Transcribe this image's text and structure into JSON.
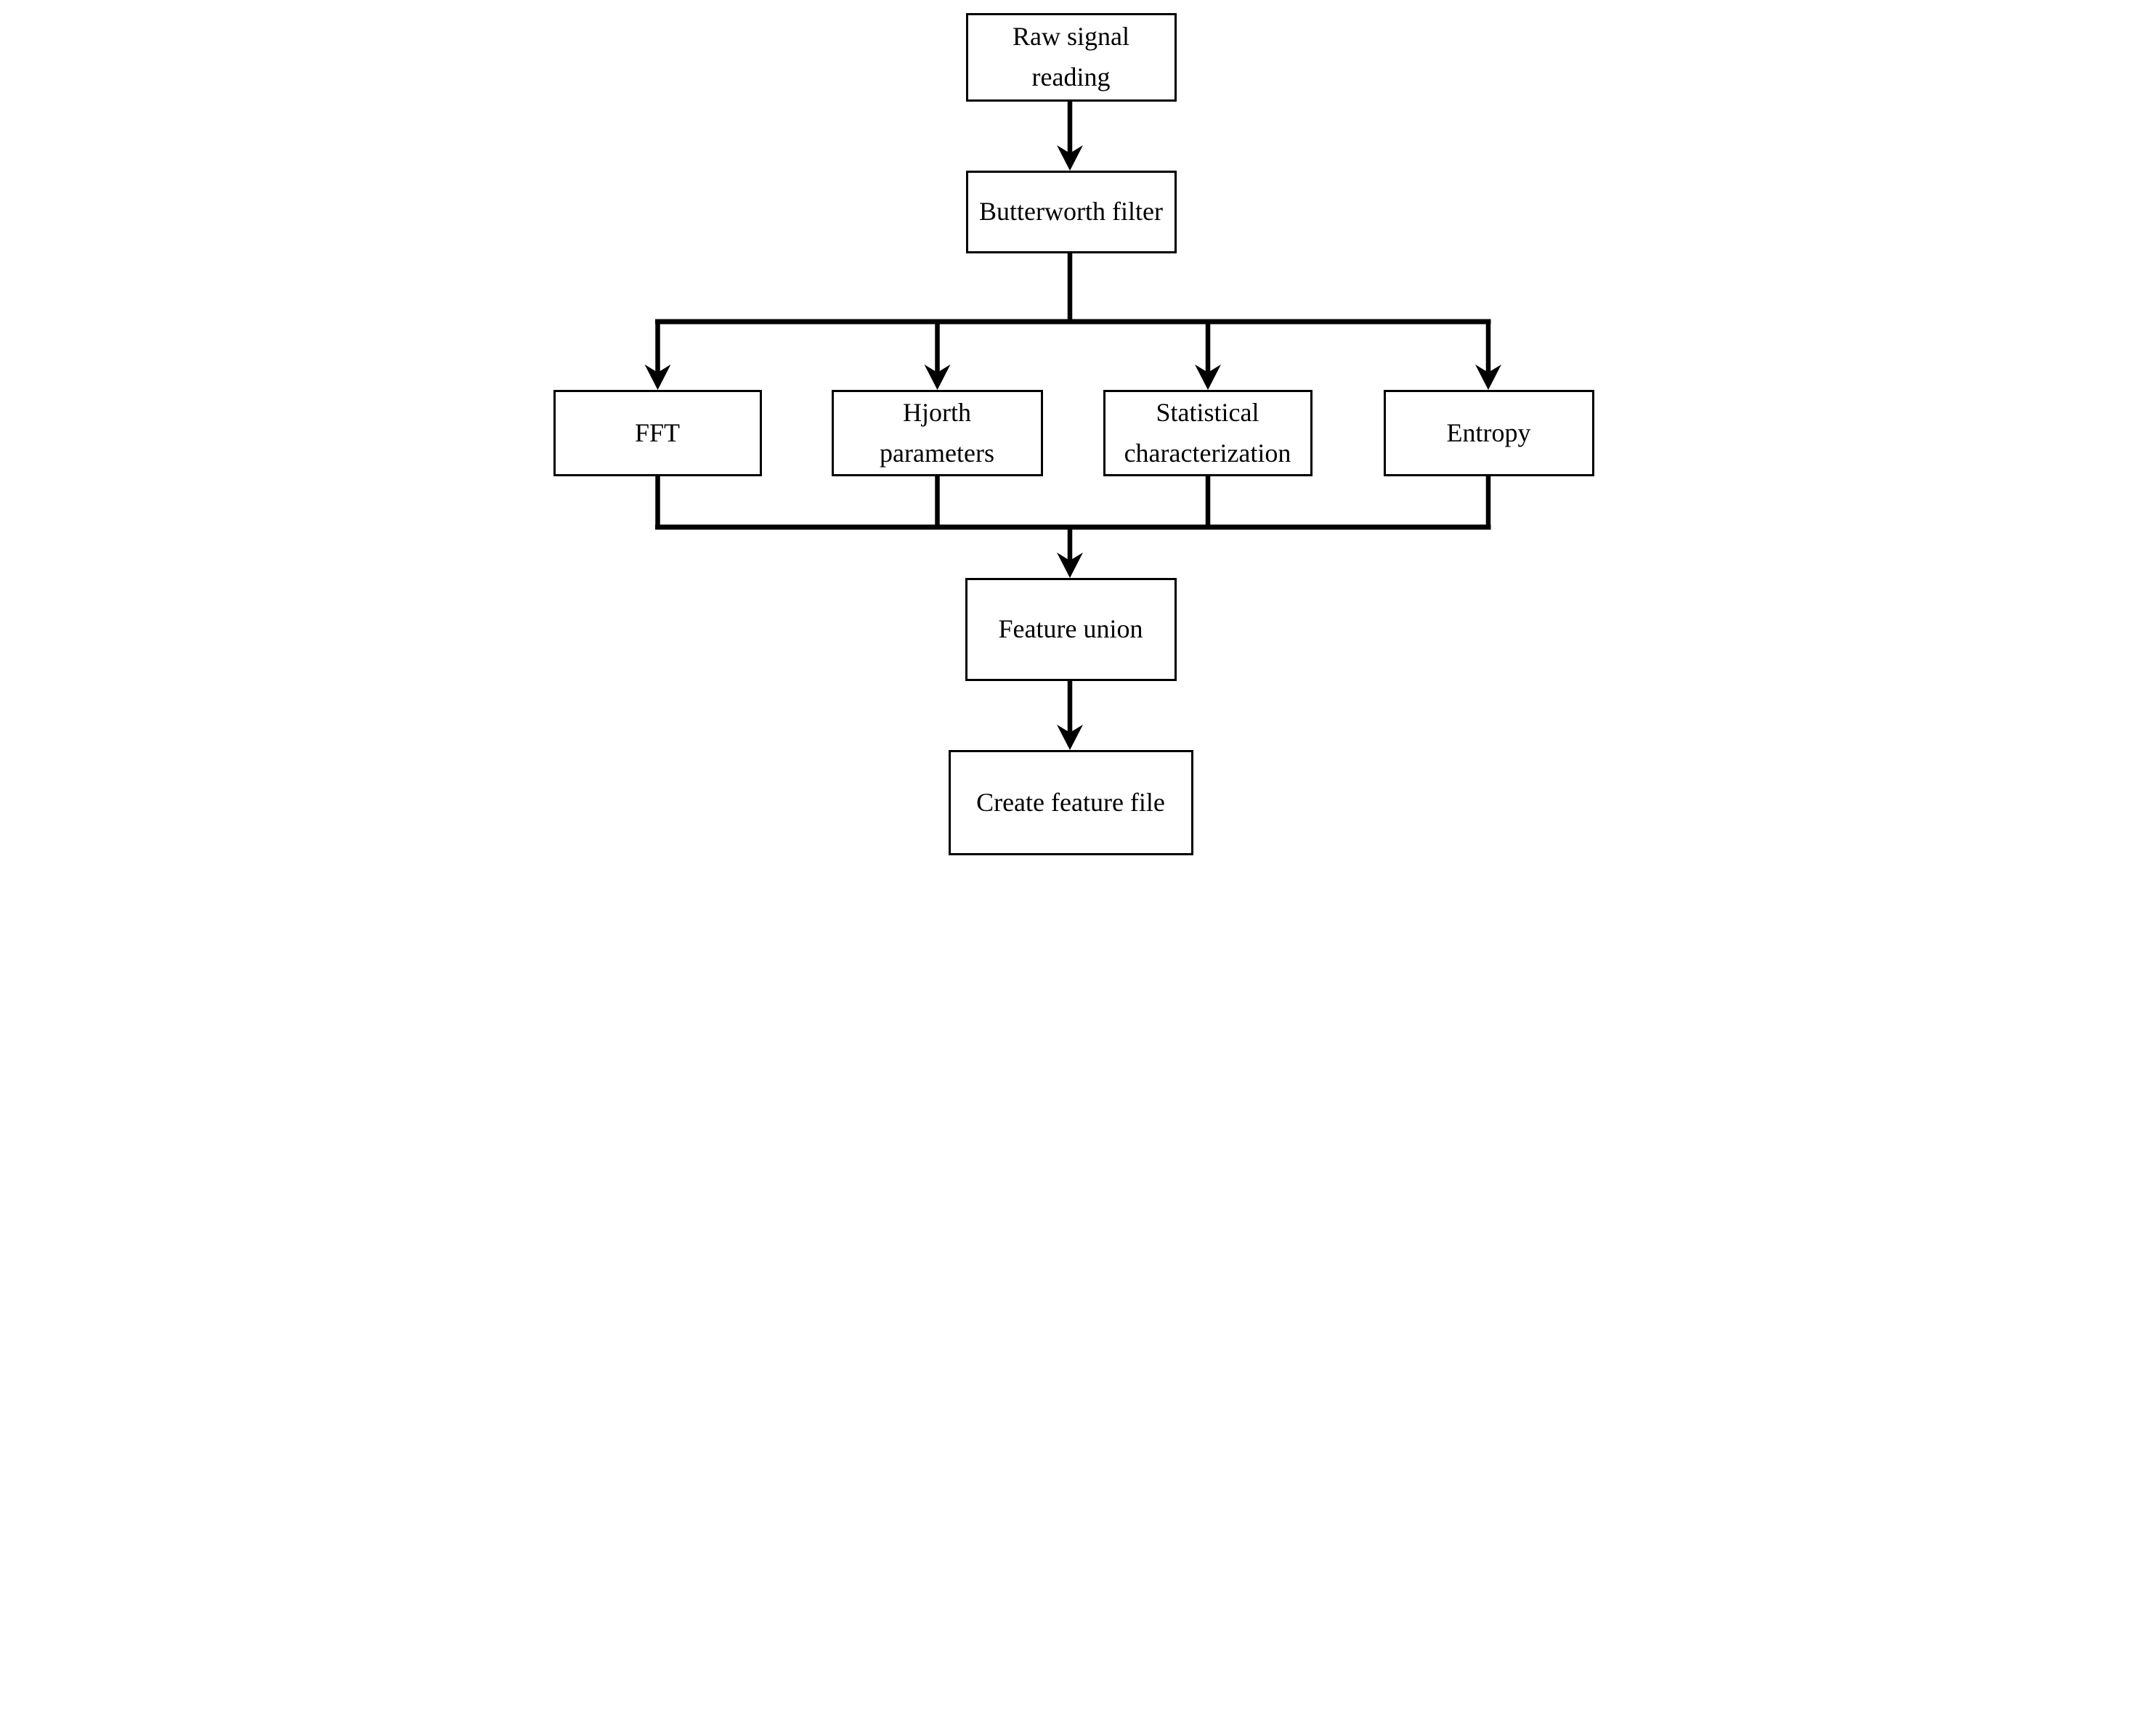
{
  "diagram": {
    "type": "flowchart",
    "background_color": "#ffffff",
    "line_color": "#000000",
    "box_fill_color": "#ffffff",
    "box_border_color": "#000000",
    "text_color": "#000000",
    "nodes": [
      {
        "id": "raw",
        "label": "Raw signal reading"
      },
      {
        "id": "butterworth",
        "label": "Butterworth filter"
      },
      {
        "id": "fft",
        "label": "FFT"
      },
      {
        "id": "hjorth",
        "label": "Hjorth parameters"
      },
      {
        "id": "stat",
        "label": "Statistical characterization"
      },
      {
        "id": "entropy",
        "label": "Entropy"
      },
      {
        "id": "union",
        "label": "Feature union"
      },
      {
        "id": "file",
        "label": "Create feature file"
      }
    ],
    "edges": [
      {
        "from": "raw",
        "to": "butterworth",
        "arrow": true
      },
      {
        "from": "butterworth",
        "to": "fft",
        "arrow": true
      },
      {
        "from": "butterworth",
        "to": "hjorth",
        "arrow": true
      },
      {
        "from": "butterworth",
        "to": "stat",
        "arrow": true
      },
      {
        "from": "butterworth",
        "to": "entropy",
        "arrow": true
      },
      {
        "from": "fft",
        "to": "union",
        "arrow": true
      },
      {
        "from": "hjorth",
        "to": "union",
        "arrow": true
      },
      {
        "from": "stat",
        "to": "union",
        "arrow": true
      },
      {
        "from": "entropy",
        "to": "union",
        "arrow": true
      },
      {
        "from": "union",
        "to": "file",
        "arrow": true
      }
    ]
  }
}
